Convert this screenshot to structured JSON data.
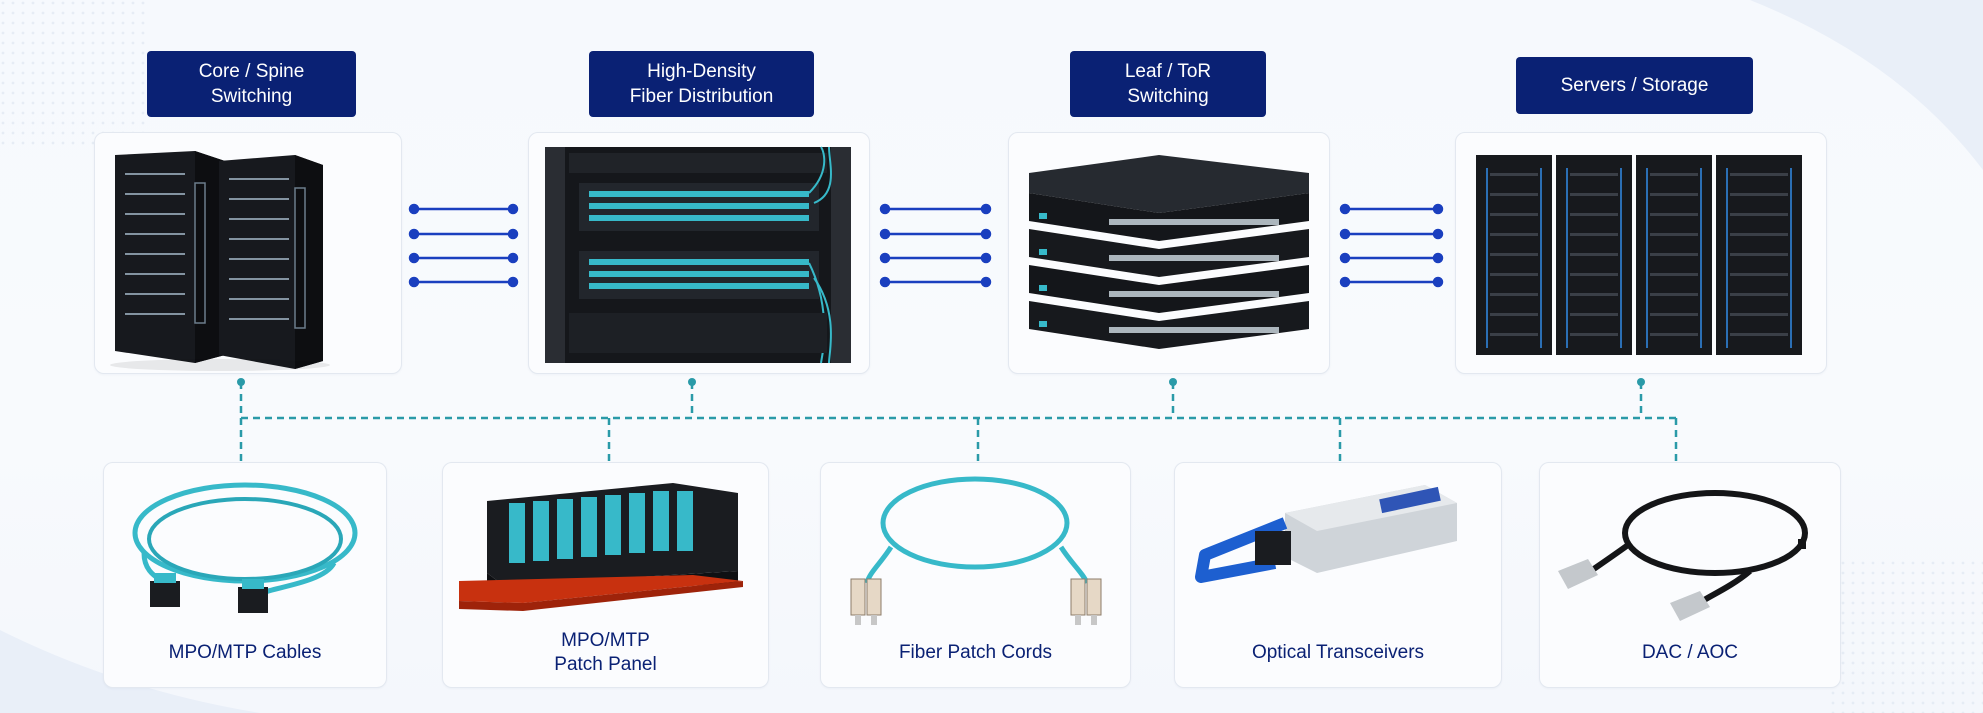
{
  "tiers": [
    {
      "title": "Core / Spine\nSwitching",
      "image": "core-switch-cabinets"
    },
    {
      "title": "High-Density\nFiber Distribution",
      "image": "fiber-distribution-rack"
    },
    {
      "title": "Leaf / ToR\nSwitching",
      "image": "stacked-tor-switches"
    },
    {
      "title": "Servers / Storage",
      "image": "server-racks"
    }
  ],
  "products": [
    {
      "label": "MPO/MTP Cables",
      "image": "mpo-cable-coil"
    },
    {
      "label": "MPO/MTP\nPatch Panel",
      "image": "patch-panel"
    },
    {
      "label": "Fiber Patch Cords",
      "image": "lc-patch-cord"
    },
    {
      "label": "Optical Transceivers",
      "image": "qsfp-transceiver"
    },
    {
      "label": "DAC / AOC",
      "image": "dac-cable"
    }
  ],
  "colors": {
    "title_bg": "#0a2174",
    "label_text": "#0a2174",
    "connector": "#1a3fbf",
    "dashed_link": "#2a9aa8",
    "fiber": "#37b9c9"
  }
}
